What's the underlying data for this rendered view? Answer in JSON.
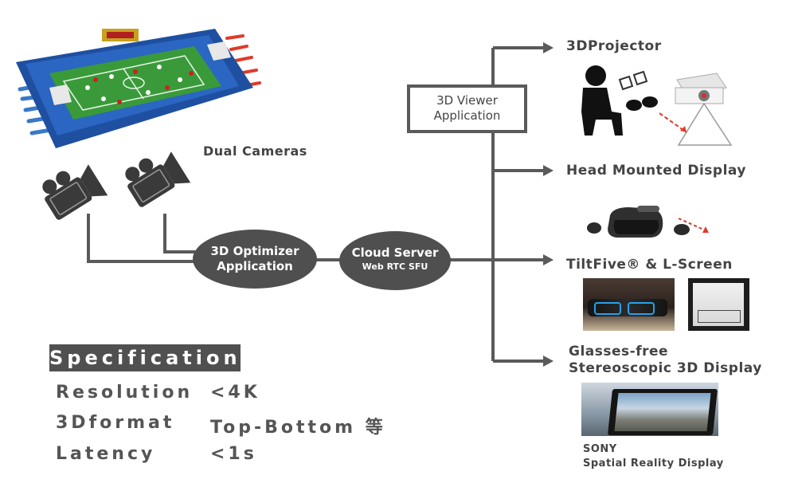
{
  "title": "",
  "cameras_label": "Dual Cameras",
  "optimizer": {
    "line1": "3D Optimizer",
    "line2": "Application"
  },
  "cloud": {
    "line1": "Cloud Server",
    "line2": "Web RTC SFU"
  },
  "viewer": {
    "line1": "3D Viewer",
    "line2": "Application"
  },
  "outputs": {
    "projector": "3DProjector",
    "hmd": "Head Mounted Display",
    "tiltfive": "TiltFive® & L-Screen",
    "glassesfree_line1": "Glasses-free",
    "glassesfree_line2": "Stereoscopic 3D Display",
    "sony_line1": "SONY",
    "sony_line2": "Spatial Reality Display"
  },
  "spec": {
    "title": "Specification",
    "rows": [
      {
        "label": "Resolution",
        "value": "<4K"
      },
      {
        "label": "3Dformat",
        "value": "Top-Bottom 等"
      },
      {
        "label": "Latency",
        "value": "<1s"
      }
    ]
  },
  "colors": {
    "node": "#4f4f4f",
    "line": "#5a5a5a",
    "accent_red": "#e03a2a",
    "field_green": "#3a9a3a",
    "board_blue": "#1f4fa0"
  },
  "icons": [
    "soccer-table-game-image",
    "video-camera-icon",
    "person-with-3d-glasses-icon",
    "projector-icon",
    "vr-headset-icon",
    "ar-glasses-photo",
    "l-screen-photo",
    "tablet-display-photo"
  ]
}
